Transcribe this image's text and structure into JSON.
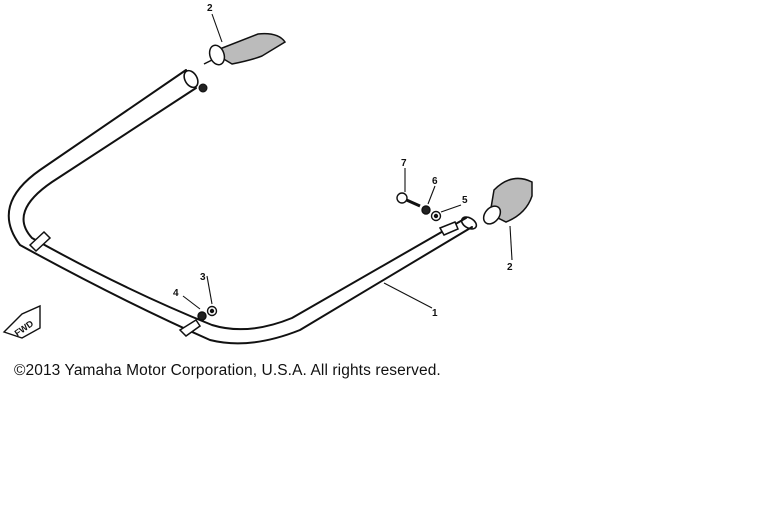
{
  "diagram": {
    "callouts": {
      "c1": "1",
      "c2_top": "2",
      "c2_right": "2",
      "c3": "3",
      "c4": "4",
      "c5": "5",
      "c6": "6",
      "c7": "7"
    },
    "front_marker": "FWD"
  },
  "footer": {
    "copyright": "©2013 Yamaha Motor Corporation, U.S.A. All rights reserved."
  }
}
